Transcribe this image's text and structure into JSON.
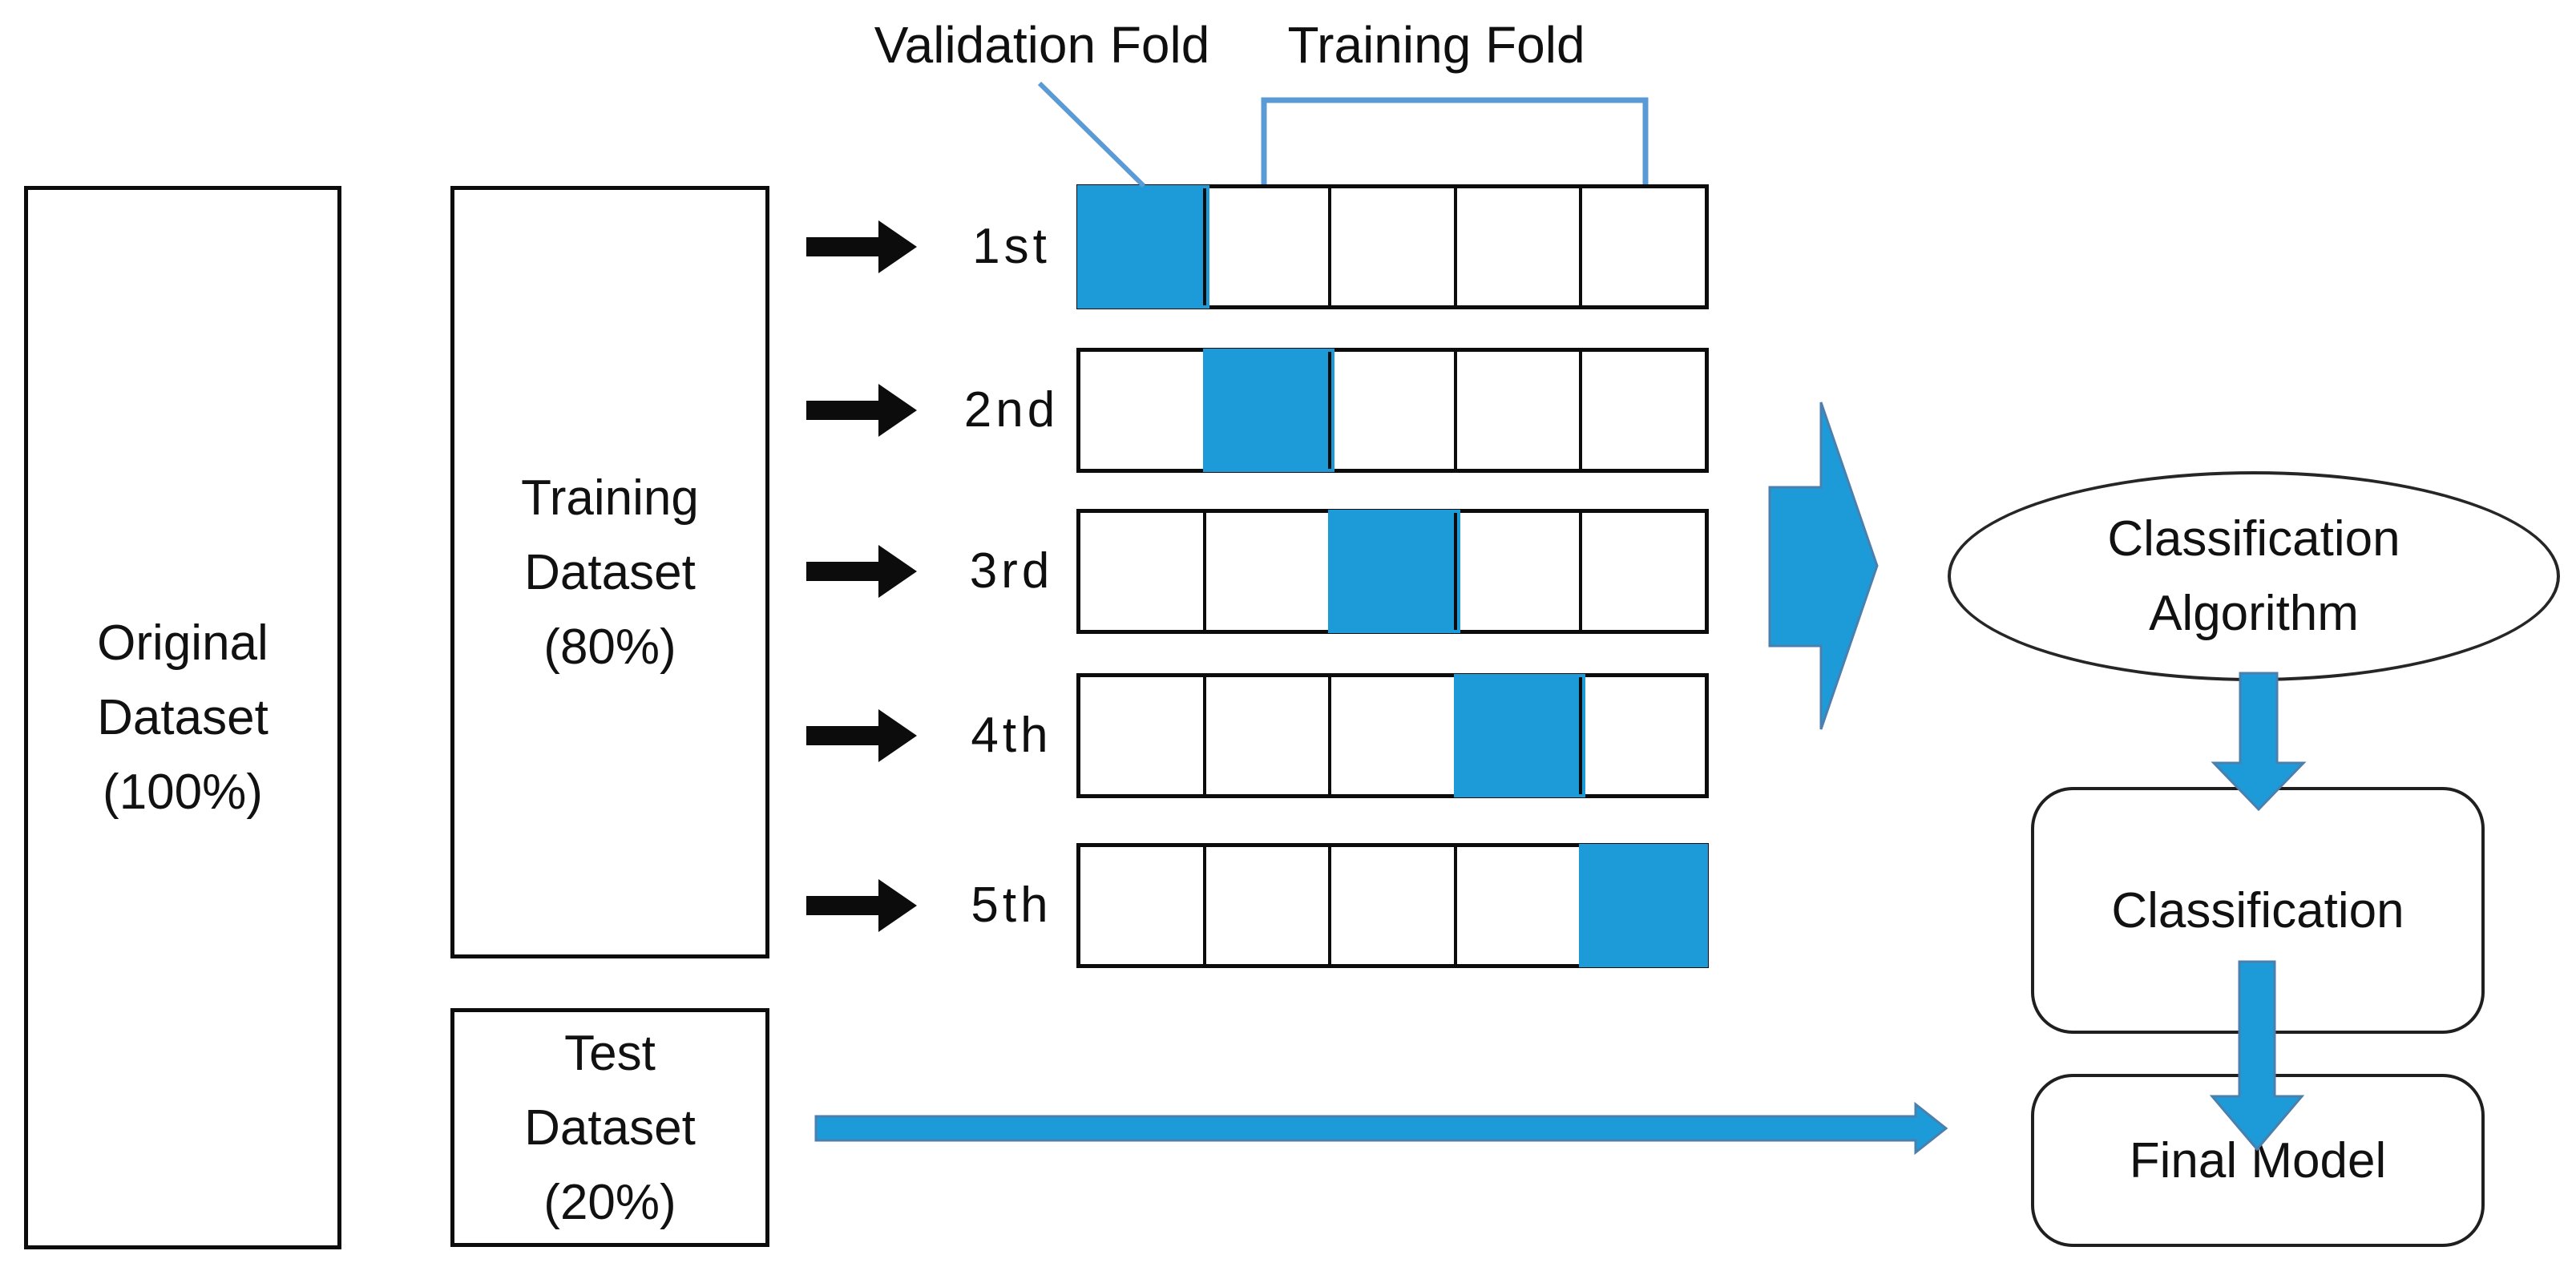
{
  "colors": {
    "highlight_blue": "#1d9bd8",
    "arrow_fill": "#1d9bd8",
    "arrow_stroke": "#4a7fae",
    "callout_blue": "#5b9bd5",
    "black": "#0c0c0c"
  },
  "annotations": {
    "validation_fold": "Validation Fold",
    "training_fold": "Training Fold"
  },
  "dataset_boxes": {
    "original": "Original\nDataset\n(100%)",
    "training": "Training\nDataset\n(80%)",
    "test": "Test\nDataset\n(20%)"
  },
  "folds": [
    {
      "label": "1st",
      "validation_index": 0
    },
    {
      "label": "2nd",
      "validation_index": 1
    },
    {
      "label": "3rd",
      "validation_index": 2
    },
    {
      "label": "4th",
      "validation_index": 3
    },
    {
      "label": "5th",
      "validation_index": 4
    }
  ],
  "cells_per_fold": 5,
  "flow": {
    "algorithm": "Classification\nAlgorithm",
    "classification": "Classification",
    "final_model": "Final Model"
  }
}
